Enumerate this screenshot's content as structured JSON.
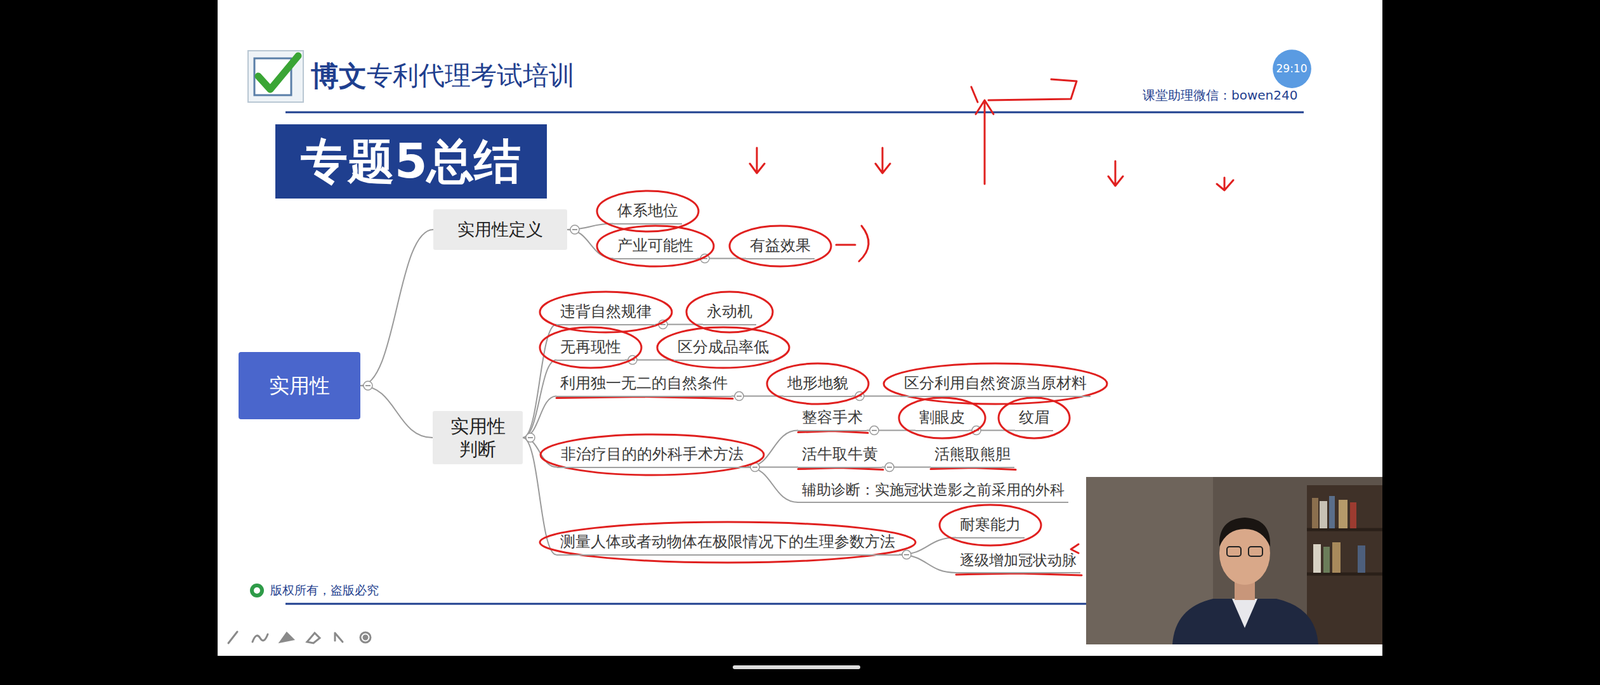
{
  "diagram": {
    "title": "专题5总结",
    "nodes": [
      {
        "text": [
          "29:10"
        ]
      },
      {
        "text": [
          "实用性"
        ]
      },
      {
        "text": [
          "实用性定义"
        ]
      },
      {
        "text": [
          "体系地位"
        ]
      },
      {
        "text": [
          "产业可能性"
        ]
      },
      {
        "text": [
          "有益效果"
        ]
      },
      {
        "text": [
          "实用性判断"
        ]
      },
      {
        "text": [
          "违背自然规律"
        ]
      },
      {
        "text": [
          "永动机"
        ]
      },
      {
        "text": [
          "无再现性"
        ]
      },
      {
        "text": [
          "区分成品率低"
        ]
      },
      {
        "text": [
          "利用独一无二的自然条件"
        ]
      },
      {
        "text": [
          "地形地貌"
        ]
      },
      {
        "text": [
          "区分利用自然资源当原材料"
        ]
      },
      {
        "text": [
          "非治疗目的的外科手术方法"
        ]
      },
      {
        "text": [
          "整容手术"
        ]
      },
      {
        "text": [
          "割眼皮"
        ]
      },
      {
        "text": [
          "纹眉"
        ]
      },
      {
        "text": [
          "活牛取牛黄"
        ]
      },
      {
        "text": [
          "活熊取熊胆"
        ]
      },
      {
        "text": [
          "辅助诊断：实施冠状造影之前采用的外科"
        ]
      },
      {
        "text": [
          "测量人体或者动物体在极限情况下的生理参数方法"
        ]
      },
      {
        "text": [
          "耐寒能力"
        ]
      },
      {
        "text": [
          "逐级增加冠状动脉"
        ]
      }
    ],
    "edges": [
      {
        "from": 1,
        "to": 2,
        "arrow": "none"
      },
      {
        "from": 2,
        "to": 3,
        "arrow": "none"
      },
      {
        "from": 2,
        "to": 4,
        "arrow": "none"
      },
      {
        "from": 4,
        "to": 5,
        "arrow": "none"
      },
      {
        "from": 1,
        "to": 6,
        "arrow": "none"
      },
      {
        "from": 6,
        "to": 7,
        "arrow": "none"
      },
      {
        "from": 7,
        "to": 8,
        "arrow": "none"
      },
      {
        "from": 6,
        "to": 9,
        "arrow": "none"
      },
      {
        "from": 9,
        "to": 10,
        "arrow": "none"
      },
      {
        "from": 6,
        "to": 11,
        "arrow": "none"
      },
      {
        "from": 11,
        "to": 12,
        "arrow": "none"
      },
      {
        "from": 12,
        "to": 13,
        "arrow": "none"
      },
      {
        "from": 6,
        "to": 14,
        "arrow": "none"
      },
      {
        "from": 14,
        "to": 15,
        "arrow": "none"
      },
      {
        "from": 15,
        "to": 16,
        "arrow": "none"
      },
      {
        "from": 16,
        "to": 17,
        "arrow": "none"
      },
      {
        "from": 14,
        "to": 18,
        "arrow": "none"
      },
      {
        "from": 18,
        "to": 19,
        "arrow": "none"
      },
      {
        "from": 14,
        "to": 20,
        "arrow": "none"
      },
      {
        "from": 6,
        "to": 21,
        "arrow": "none"
      },
      {
        "from": 21,
        "to": 22,
        "arrow": "none"
      },
      {
        "from": 21,
        "to": 23,
        "arrow": "none"
      }
    ],
    "labels": [
      "博文",
      "专利代理考试培训",
      "课堂助理微信：bowen240",
      "版权所有，盗版必究"
    ]
  }
}
